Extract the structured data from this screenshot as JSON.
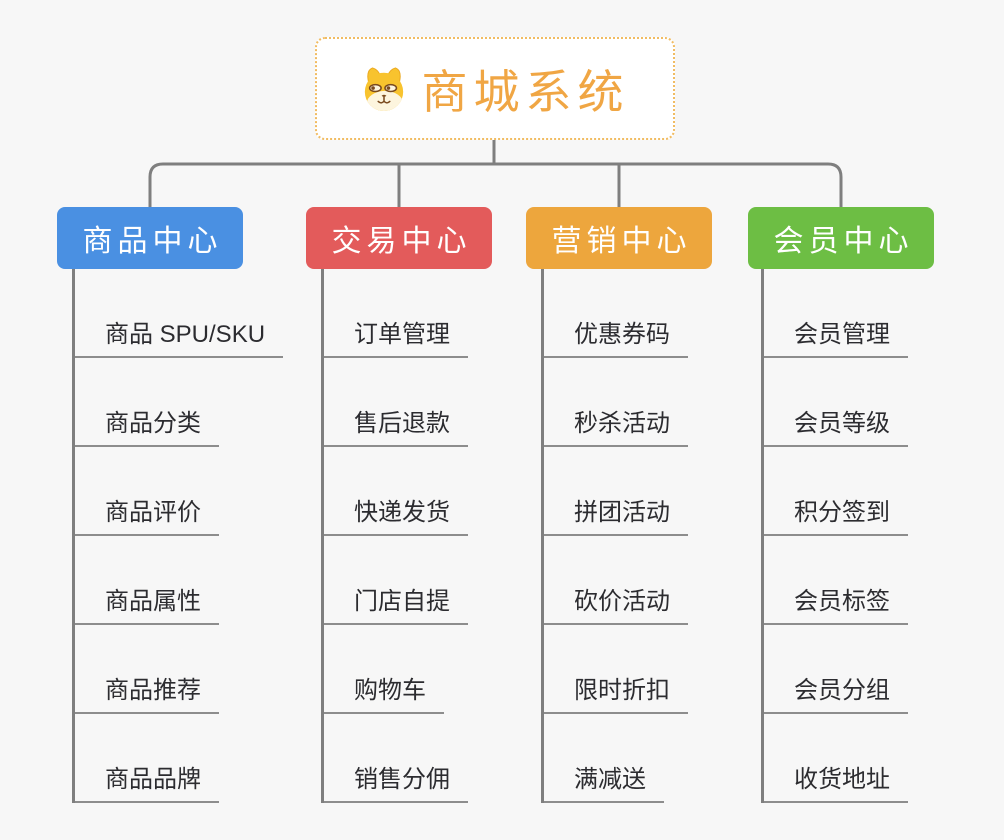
{
  "root": {
    "title": "商城系统",
    "icon": "dog-face-icon"
  },
  "colors": {
    "background": "#f7f7f7",
    "root_border": "#f1bc62",
    "root_title": "#f0a644",
    "connector_line": "#7f7f7f",
    "leaf_underline": "#8d8d8d",
    "leaf_text": "#2c2c30"
  },
  "branches": [
    {
      "label": "商品中心",
      "color": "#4a90e2",
      "children": [
        "商品 SPU/SKU",
        "商品分类",
        "商品评价",
        "商品属性",
        "商品推荐",
        "商品品牌"
      ]
    },
    {
      "label": "交易中心",
      "color": "#e35b5b",
      "children": [
        "订单管理",
        "售后退款",
        "快递发货",
        "门店自提",
        "购物车",
        "销售分佣"
      ]
    },
    {
      "label": "营销中心",
      "color": "#eda63d",
      "children": [
        "优惠券码",
        "秒杀活动",
        "拼团活动",
        "砍价活动",
        "限时折扣",
        "满减送"
      ]
    },
    {
      "label": "会员中心",
      "color": "#6dbe44",
      "children": [
        "会员管理",
        "会员等级",
        "积分签到",
        "会员标签",
        "会员分组",
        "收货地址"
      ]
    }
  ]
}
